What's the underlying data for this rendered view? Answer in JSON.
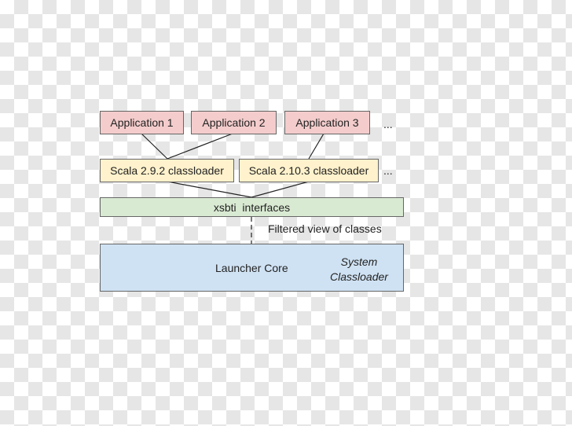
{
  "applications": [
    "Application 1",
    "Application 2",
    "Application 3"
  ],
  "applications_more": "...",
  "classloaders": [
    "Scala 2.9.2 classloader",
    "Scala 2.10.3 classloader"
  ],
  "classloaders_more": "...",
  "interfaces": "xsbti  interfaces",
  "filter_label": "Filtered view of classes",
  "core": {
    "label": "Launcher Core",
    "system_line1": "System",
    "system_line2": "Classloader"
  },
  "colors": {
    "application": "#f4cccc",
    "classloader": "#fff2cc",
    "interfaces": "#d9ead3",
    "core": "#cfe2f3"
  }
}
